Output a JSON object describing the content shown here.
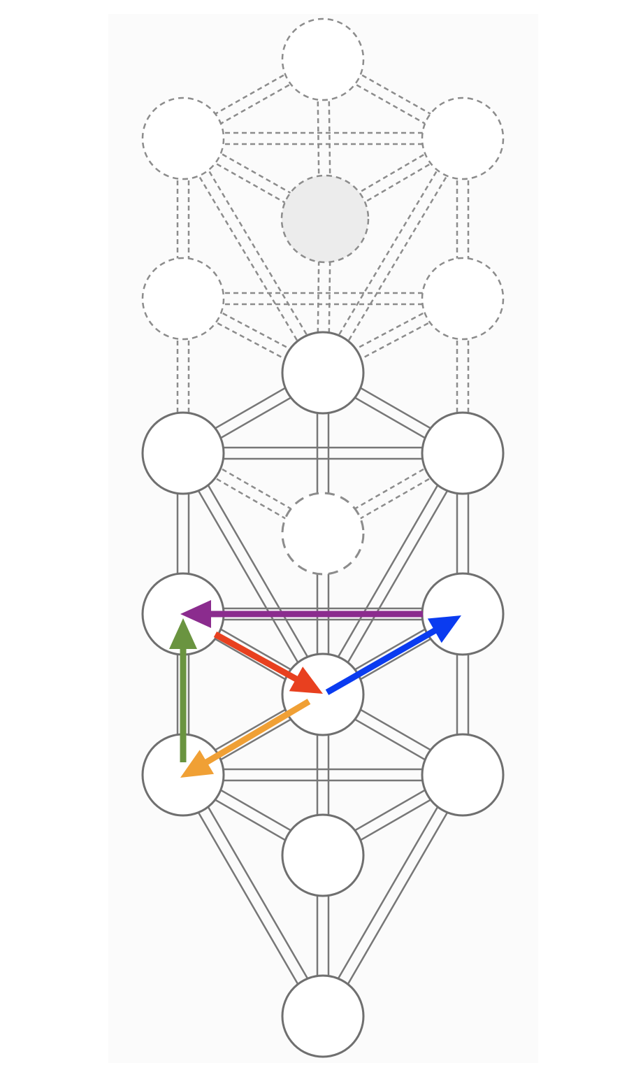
{
  "diagram": {
    "colors": {
      "background": "#ffffff",
      "panel": "#fbfbfb",
      "stroke_solid": "#6f6f6f",
      "stroke_upper": "#8c8c8c",
      "stroke_lower": "#777777",
      "fill_node": "#ffffff",
      "fill_hidden_node": "#ececec"
    },
    "upper_tree": {
      "style": "dashed",
      "nodes": [
        {
          "id": "u-crown",
          "row": 0,
          "col": "center"
        },
        {
          "id": "u-left-1",
          "row": 1,
          "col": "left"
        },
        {
          "id": "u-right-1",
          "row": 1,
          "col": "right"
        },
        {
          "id": "u-hidden",
          "row": 1.5,
          "col": "center",
          "filled": true
        },
        {
          "id": "u-left-2",
          "row": 2,
          "col": "left"
        },
        {
          "id": "u-right-2",
          "row": 2,
          "col": "right"
        }
      ]
    },
    "lower_tree": {
      "style": "solid",
      "nodes": [
        {
          "id": "l-top",
          "row": 0,
          "col": "center"
        },
        {
          "id": "l-left-1",
          "row": 1,
          "col": "left"
        },
        {
          "id": "l-right-1",
          "row": 1,
          "col": "right"
        },
        {
          "id": "l-hidden",
          "row": 1.5,
          "col": "center",
          "dashed": true
        },
        {
          "id": "l-left-2",
          "row": 2,
          "col": "left"
        },
        {
          "id": "l-right-2",
          "row": 2,
          "col": "right"
        },
        {
          "id": "l-middle",
          "row": 2.5,
          "col": "center"
        },
        {
          "id": "l-left-3",
          "row": 3,
          "col": "left"
        },
        {
          "id": "l-right-3",
          "row": 3,
          "col": "right"
        },
        {
          "id": "l-lower-mid",
          "row": 3.5,
          "col": "center"
        },
        {
          "id": "l-bottom",
          "row": 4.5,
          "col": "center"
        }
      ]
    },
    "arrows": [
      {
        "name": "purple-arrow",
        "color": "#8B2C8E",
        "from": "l-right-2",
        "to": "l-left-2"
      },
      {
        "name": "red-arrow",
        "color": "#E8401F",
        "from": "l-left-2",
        "to": "l-middle"
      },
      {
        "name": "blue-arrow",
        "color": "#0A3BF0",
        "from": "l-middle",
        "to": "l-right-2"
      },
      {
        "name": "orange-arrow",
        "color": "#F0A035",
        "from": "l-middle",
        "to": "l-left-3"
      },
      {
        "name": "green-arrow",
        "color": "#6A9440",
        "from": "l-left-3",
        "to": "l-left-2"
      }
    ]
  }
}
